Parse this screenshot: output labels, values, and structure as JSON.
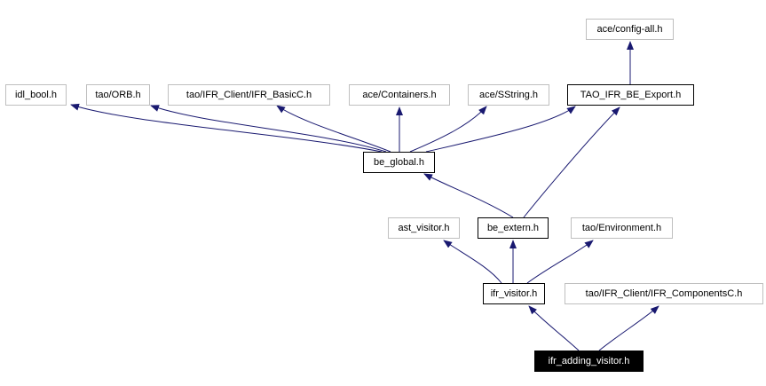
{
  "nodes": {
    "config_all": "ace/config-all.h",
    "idl_bool": "idl_bool.h",
    "tao_orb": "tao/ORB.h",
    "ifr_basicc": "tao/IFR_Client/IFR_BasicC.h",
    "ace_containers": "ace/Containers.h",
    "ace_sstring": "ace/SString.h",
    "tao_ifr_be_export": "TAO_IFR_BE_Export.h",
    "be_global": "be_global.h",
    "ast_visitor": "ast_visitor.h",
    "be_extern": "be_extern.h",
    "tao_environment": "tao/Environment.h",
    "ifr_visitor": "ifr_visitor.h",
    "ifr_componentsc": "tao/IFR_Client/IFR_ComponentsC.h",
    "ifr_adding_visitor": "ifr_adding_visitor.h"
  },
  "colors": {
    "edge": "#191970",
    "external_border": "#bfbfbf",
    "local_border": "#000000",
    "current_fill": "#000000",
    "current_text": "#ffffff"
  }
}
